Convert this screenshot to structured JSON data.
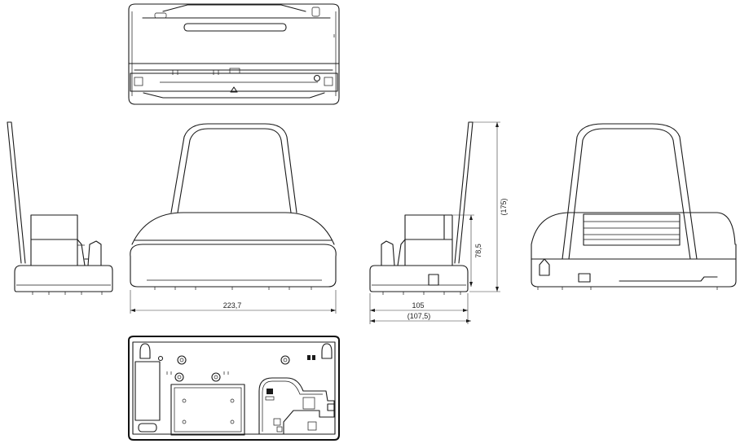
{
  "views": {
    "top": "top-view",
    "front": "front-view",
    "left_side": "left-side-view",
    "right_side": "right-side-view",
    "rear": "rear-view",
    "bottom": "bottom-view"
  },
  "dimensions": {
    "width": "223,7",
    "depth": "105",
    "depth_ref": "(107,5)",
    "base_height": "78,5",
    "total_height": "(175)"
  },
  "colors": {
    "line": "#1a1a1a",
    "background": "#ffffff"
  }
}
